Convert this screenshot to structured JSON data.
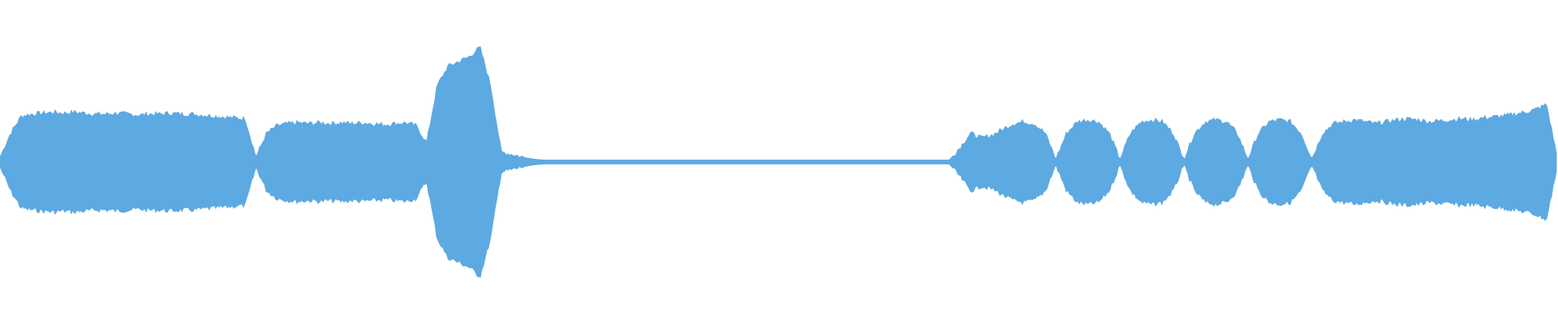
{
  "waveform": {
    "color": "#5DA9E2",
    "background": "#FFFFFF",
    "amplitude_envelope": [
      0.05,
      0.3,
      0.48,
      0.5,
      0.51,
      0.52,
      0.51,
      0.52,
      0.51,
      0.5,
      0.5,
      0.51,
      0.5,
      0.49,
      0.5,
      0.5,
      0.51,
      0.5,
      0.5,
      0.49,
      0.48,
      0.47,
      0.46,
      0.45,
      0.05,
      0.3,
      0.38,
      0.4,
      0.41,
      0.4,
      0.41,
      0.4,
      0.41,
      0.4,
      0.41,
      0.4,
      0.39,
      0.4,
      0.41,
      0.38,
      0.2,
      0.8,
      1.0,
      1.05,
      1.1,
      1.2,
      0.8,
      0.1,
      0.08,
      0.05,
      0.03,
      0.02,
      0.02,
      0.02,
      0.02,
      0.02,
      0.02,
      0.02,
      0.02,
      0.02,
      0.02,
      0.02,
      0.02,
      0.02,
      0.02,
      0.02,
      0.02,
      0.02,
      0.02,
      0.02,
      0.02,
      0.02,
      0.02,
      0.02,
      0.02,
      0.02,
      0.02,
      0.02,
      0.02,
      0.02,
      0.02,
      0.02,
      0.02,
      0.02,
      0.02,
      0.02,
      0.02,
      0.02,
      0.02,
      0.02,
      0.15,
      0.3,
      0.25,
      0.28,
      0.34,
      0.4,
      0.42,
      0.4,
      0.3,
      0.03,
      0.3,
      0.42,
      0.44,
      0.42,
      0.3,
      0.03,
      0.3,
      0.42,
      0.44,
      0.42,
      0.3,
      0.03,
      0.3,
      0.42,
      0.44,
      0.42,
      0.3,
      0.03,
      0.3,
      0.42,
      0.44,
      0.42,
      0.3,
      0.03,
      0.3,
      0.4,
      0.42,
      0.44,
      0.42,
      0.4,
      0.42,
      0.44,
      0.45,
      0.44,
      0.42,
      0.43,
      0.44,
      0.45,
      0.44,
      0.46,
      0.47,
      0.48,
      0.5,
      0.52,
      0.55,
      0.6,
      0.05
    ]
  }
}
